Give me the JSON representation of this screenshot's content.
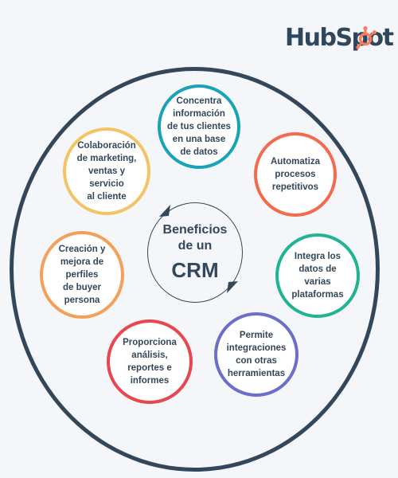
{
  "logo": {
    "text": "HubSpot",
    "brand_color": "#2e475d",
    "accent_color": "#ff7a59"
  },
  "center": {
    "title": "Beneficios\nde un",
    "subtitle": "CRM"
  },
  "benefits": [
    {
      "label": "Concentra\ninformación\nde tus clientes\nen una base\nde datos",
      "color": "#1aa3b8"
    },
    {
      "label": "Automatiza\nprocesos\nrepetitivos",
      "color": "#f26b4e"
    },
    {
      "label": "Integra los\ndatos de\nvarias\nplataformas",
      "color": "#1fb592"
    },
    {
      "label": "Permite\nintegraciones\ncon otras\nherramientas",
      "color": "#6b6fc9"
    },
    {
      "label": "Proporciona\nanálisis,\nreportes e\ninformes",
      "color": "#e8474f"
    },
    {
      "label": "Creación y\nmejora de\nperfiles\nde buyer\npersona",
      "color": "#f5a058"
    },
    {
      "label": "Colaboración\nde marketing,\nventas y\nservicio\nal cliente",
      "color": "#f2c462"
    }
  ]
}
